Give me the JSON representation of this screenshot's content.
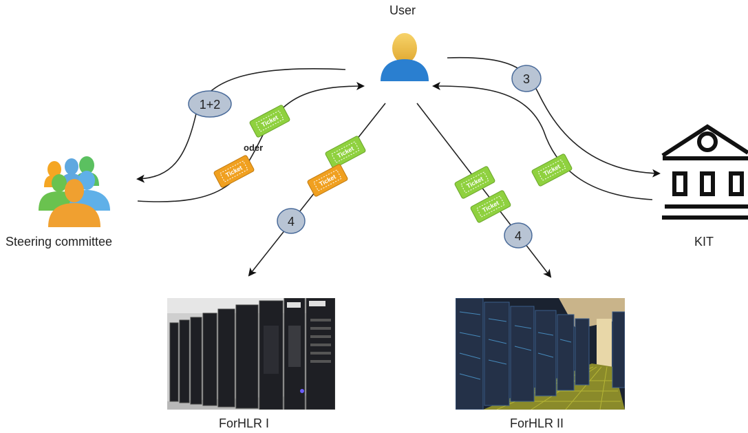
{
  "nodes": {
    "user": "User",
    "steering": "Steering committee",
    "kit": "KIT",
    "forhlr1": "ForHLR I",
    "forhlr2": "ForHLR II"
  },
  "steps": {
    "s12": "1+2",
    "s3": "3",
    "s4a": "4",
    "s4b": "4"
  },
  "ticket_text": "Ticket",
  "oder": "oder",
  "colors": {
    "ticket_green": "#8fd13f",
    "ticket_orange": "#f0a020",
    "step_fill": "#b8c4d4",
    "step_stroke": "#4a6b9a"
  }
}
